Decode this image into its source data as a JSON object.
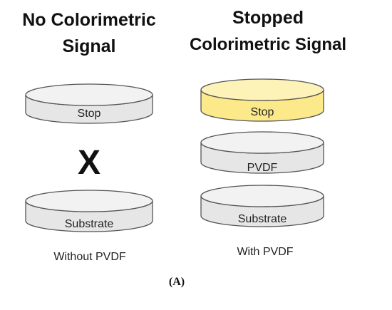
{
  "left_panel": {
    "title_line1": "No Colorimetric",
    "title_line2": "Signal",
    "disks": [
      {
        "label": "Stop",
        "fill": "#e6e6e6"
      },
      {
        "label": "Substrate",
        "fill": "#e6e6e6"
      }
    ],
    "separator": "X",
    "caption": "Without PVDF"
  },
  "right_panel": {
    "title_line1": "Stopped",
    "title_line2": "Colorimetric Signal",
    "disks": [
      {
        "label": "Stop",
        "fill": "#fbe98a"
      },
      {
        "label": "PVDF",
        "fill": "#e6e6e6"
      },
      {
        "label": "Substrate",
        "fill": "#e6e6e6"
      }
    ],
    "caption": "With PVDF"
  },
  "figure_label": "(A)",
  "colors": {
    "disk_gray": "#e6e6e6",
    "disk_gray_top": "#f2f2f2",
    "disk_yellow": "#fbe98a",
    "disk_yellow_top": "#fdf2b8",
    "outline": "#555555"
  }
}
